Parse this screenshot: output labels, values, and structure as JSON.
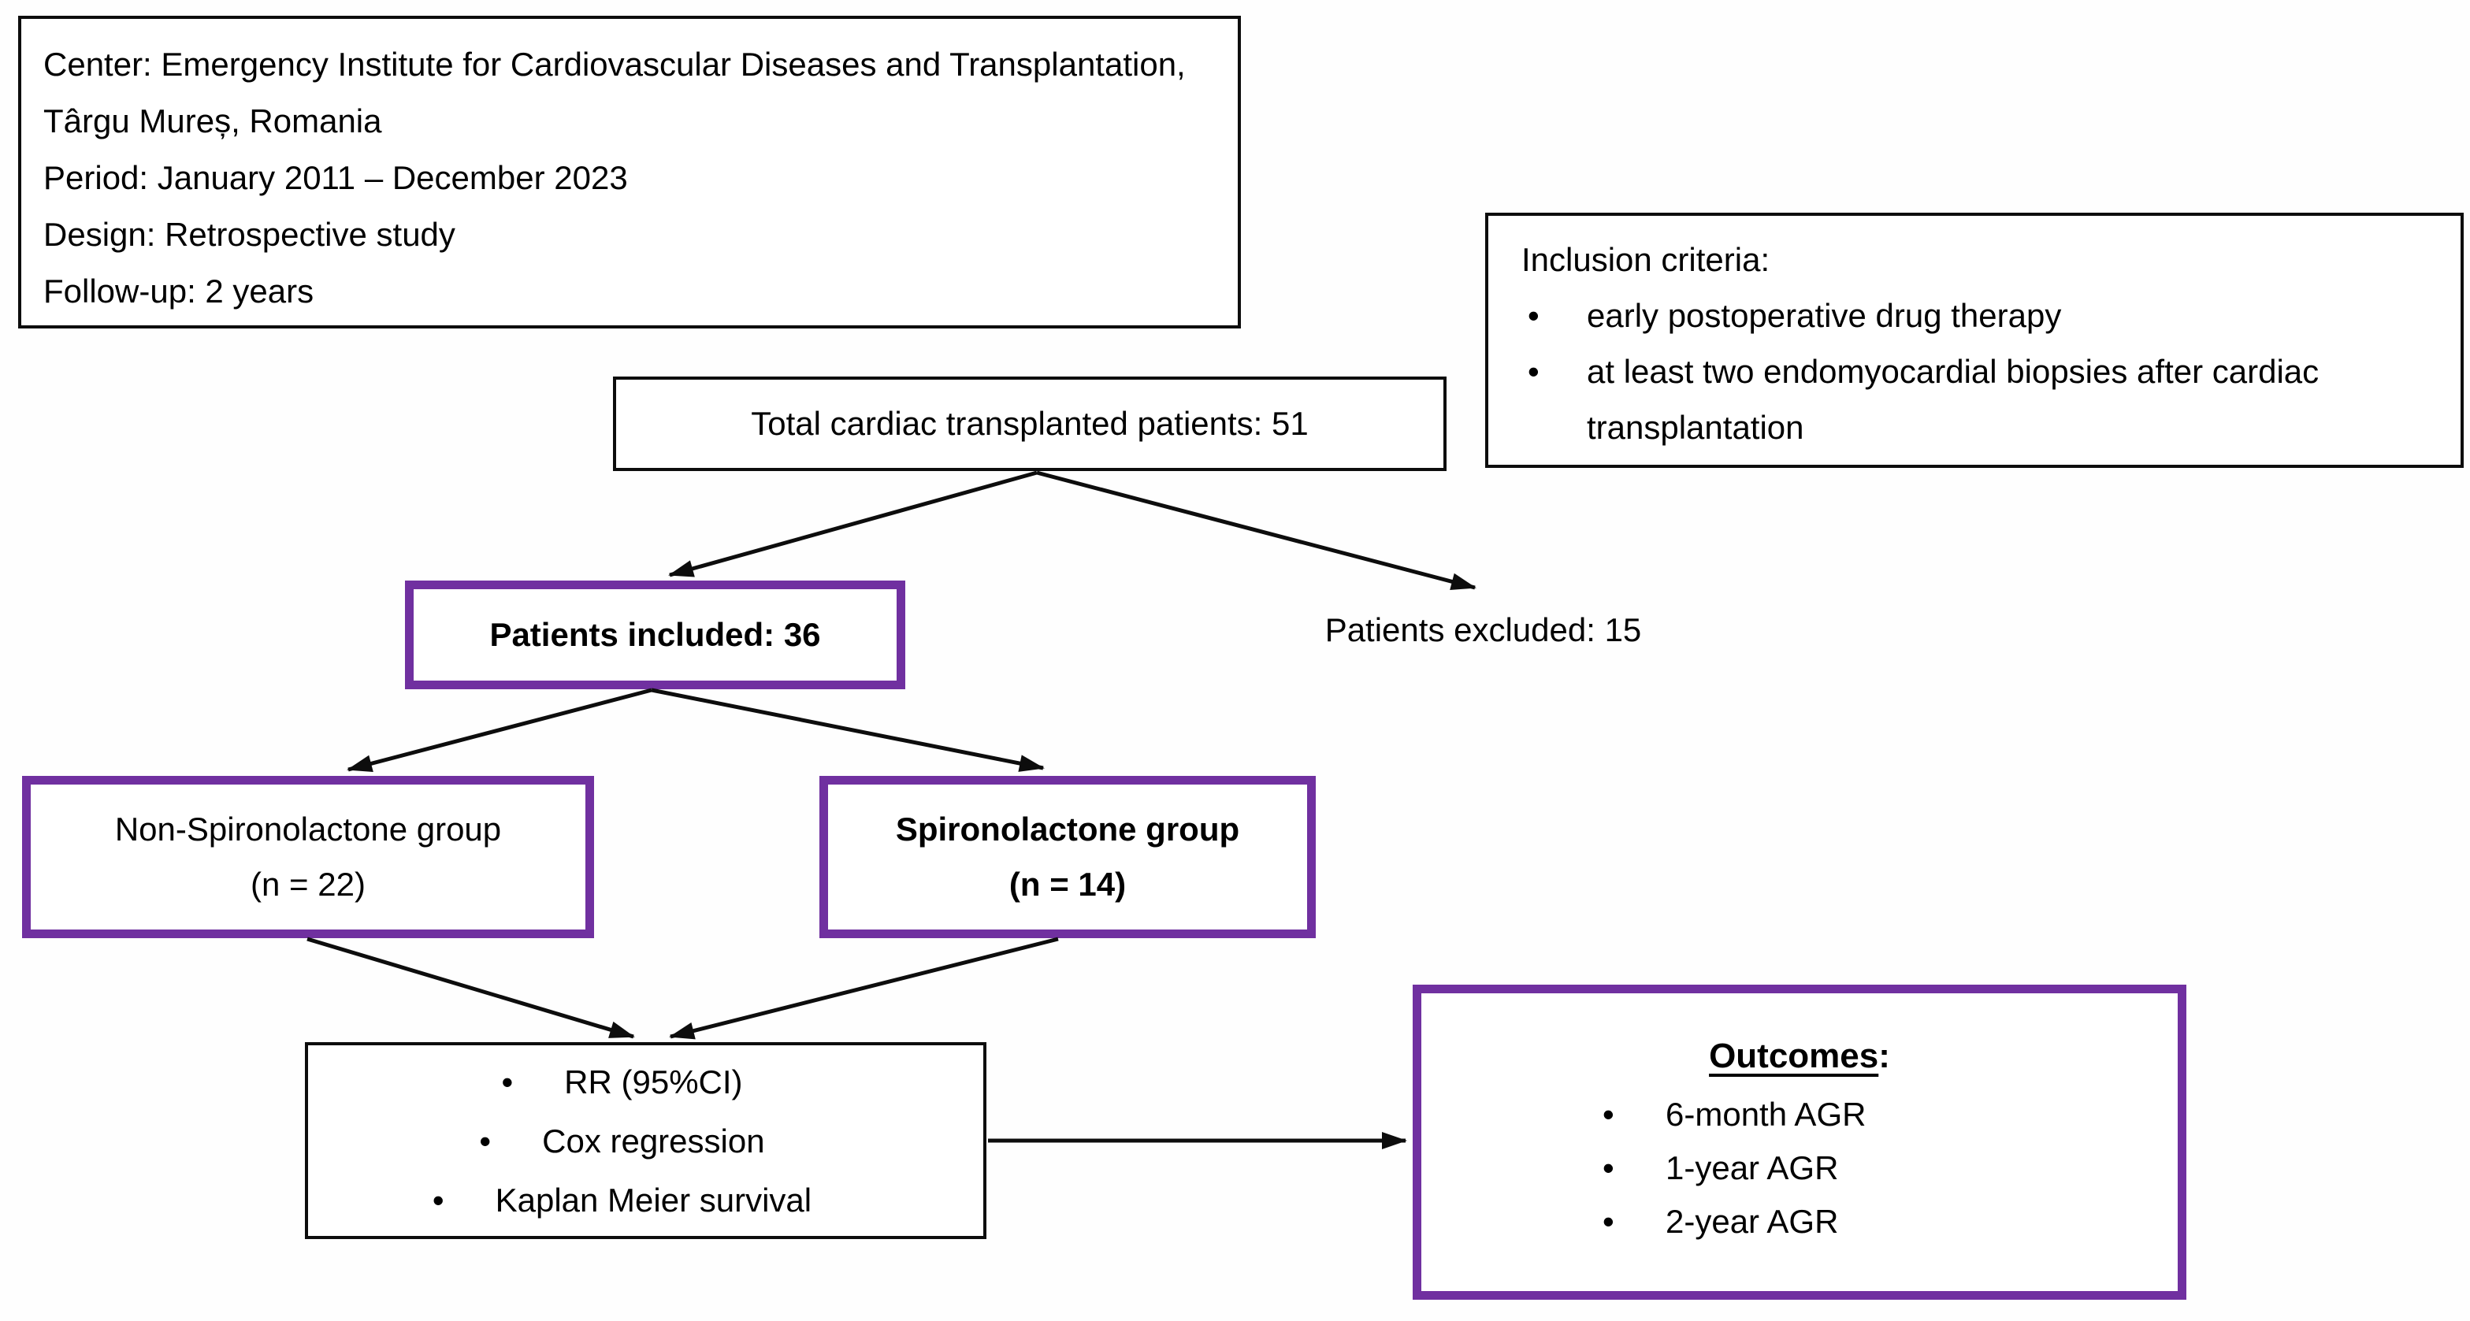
{
  "glyphs": {
    "bullet": "•"
  },
  "colors": {
    "accent_purple": "#7030A0",
    "line_black": "#0d0d0d"
  },
  "study_info_box": {
    "lines": [
      "Center: Emergency Institute for Cardiovascular Diseases and Transplantation, Târgu Mureș, Romania",
      "Period: January 2011 – December 2023",
      "Design: Retrospective study",
      "Follow-up: 2 years"
    ]
  },
  "inclusion_box": {
    "title": "Inclusion criteria:",
    "items": [
      "early postoperative drug therapy",
      "at least two endomyocardial biopsies after cardiac transplantation"
    ]
  },
  "total_box": {
    "label": "Total cardiac transplanted patients: 51"
  },
  "included_box": {
    "label": "Patients included: 36"
  },
  "excluded_label": {
    "label": "Patients excluded: 15"
  },
  "non_spironolactone_box": {
    "line1": "Non-Spironolactone group",
    "line2": "(n = 22)"
  },
  "spironolactone_box": {
    "line1": "Spironolactone group",
    "line2": "(n = 14)"
  },
  "analysis_box": {
    "items": [
      "RR (95%CI)",
      "Cox regression",
      "Kaplan Meier survival"
    ]
  },
  "outcomes_box": {
    "title": "Outcomes",
    "title_suffix": ":",
    "items": [
      "6-month AGR",
      "1-year AGR",
      "2-year AGR"
    ]
  }
}
